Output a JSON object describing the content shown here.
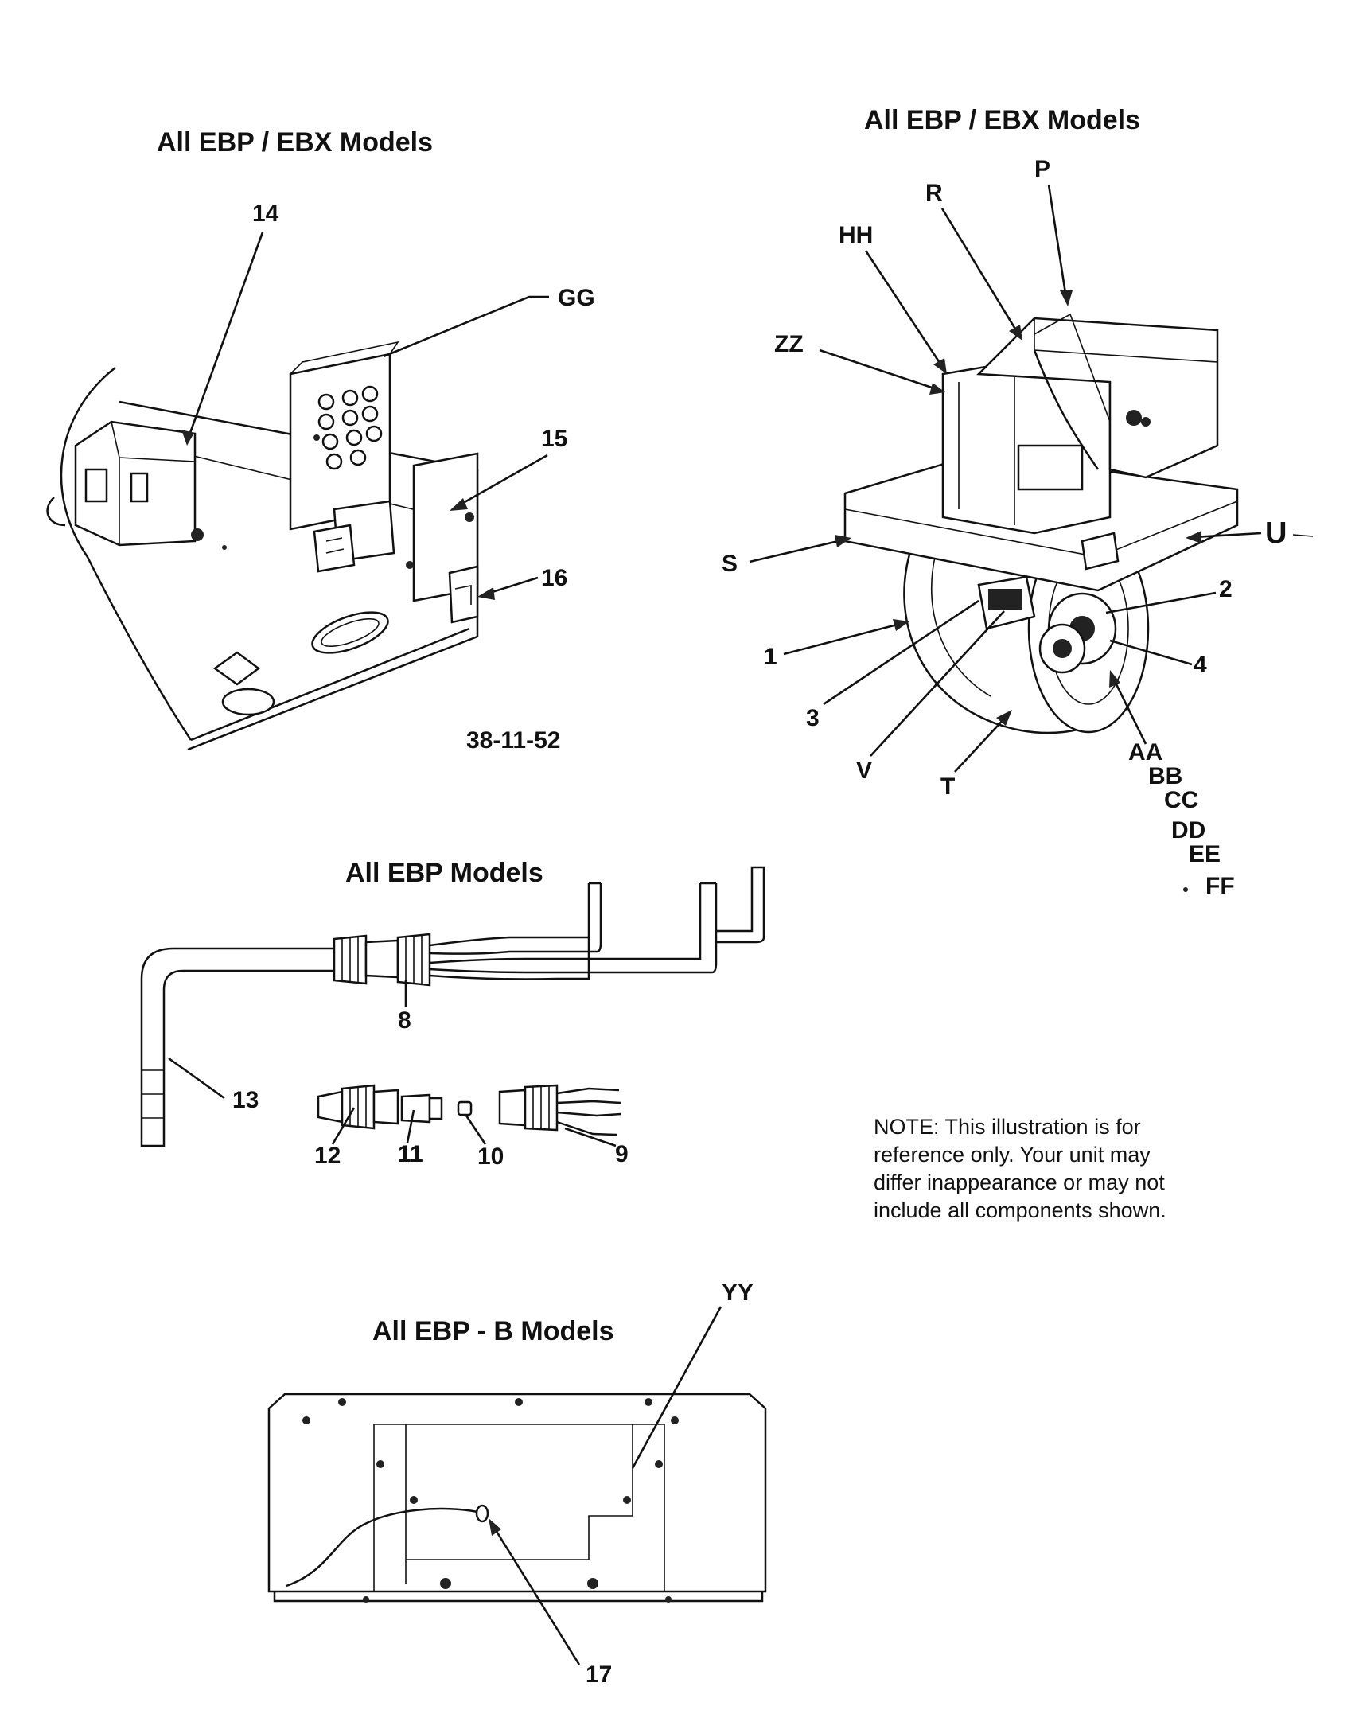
{
  "titles": {
    "top_left": "All EBP / EBX Models",
    "top_right": "All EBP / EBX Models",
    "middle": "All EBP Models",
    "bottom": "All EBP - B Models"
  },
  "drawing_number": "38-11-52",
  "note": {
    "line1": "NOTE:     This illustration is for",
    "line2": "reference only.   Your unit may",
    "line3": "differ inappearance or may not",
    "line4": "include all components shown."
  },
  "callouts": {
    "c14": "14",
    "cGG": "GG",
    "c15": "15",
    "c16": "16",
    "cP": "P",
    "cR": "R",
    "cHH": "HH",
    "cZZ": "ZZ",
    "cS": "S",
    "cU": "U",
    "c2": "2",
    "c1": "1",
    "c4": "4",
    "c3": "3",
    "cV": "V",
    "cT": "T",
    "cAA": "AA",
    "cBB": "BB",
    "cCC": "CC",
    "cDD": "DD",
    "cEE": "EE",
    "cFF": "FF",
    "c8": "8",
    "c13": "13",
    "c12": "12",
    "c11": "11",
    "c10": "10",
    "c9": "9",
    "cYY": "YY",
    "c17": "17"
  }
}
